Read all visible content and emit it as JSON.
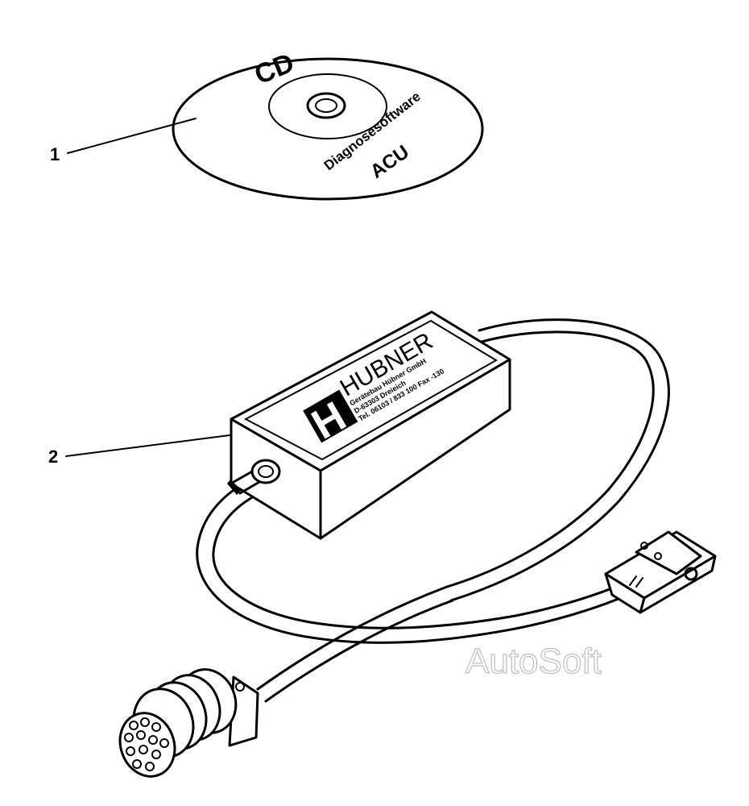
{
  "callouts": [
    {
      "number": "1"
    },
    {
      "number": "2"
    }
  ],
  "cd": {
    "title": "CD",
    "line1": "Diagnosesoftware",
    "line2": "ACU"
  },
  "interface_box": {
    "brand_letter": "H",
    "brand_name": "HUBNER",
    "info_line1": "Gerätebau Hübner GmbH",
    "info_line2": "D-63303 Dreieich",
    "info_line3": "Tel. 06103 / 833 100 Fax -130"
  },
  "watermark": "AutoSoft"
}
